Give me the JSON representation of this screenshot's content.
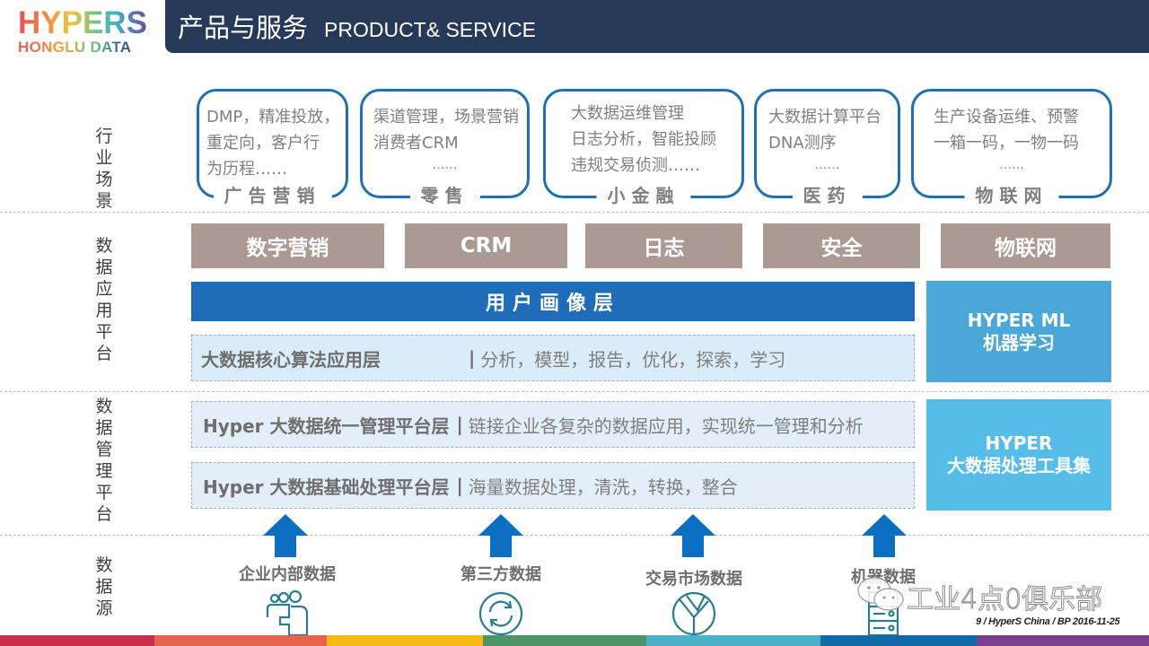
{
  "logo": {
    "top": "HYPERS",
    "bottom": "HONGLU DATA"
  },
  "header": {
    "title_cn": "产品与服务",
    "title_en": "PRODUCT& SERVICE",
    "bg_color": "#263a58"
  },
  "sections": {
    "scenarios": "行业场景",
    "app_platform": "数据应用平台",
    "mgmt_platform": "数据管理平台",
    "sources": "数据源"
  },
  "scenarios": [
    {
      "title": "广告营销",
      "lines": [
        "DMP，精准投放，",
        "重定向，客户行",
        "为历程……"
      ],
      "dots": ""
    },
    {
      "title": "零售",
      "lines": [
        "渠道管理，场景营销",
        "消费者CRM"
      ],
      "dots": "……"
    },
    {
      "title": "小金融",
      "lines": [
        "大数据运维管理",
        "日志分析，智能投顾",
        "违规交易侦测……"
      ],
      "dots": ""
    },
    {
      "title": "医药",
      "lines": [
        "大数据计算平台",
        "DNA测序"
      ],
      "dots": "……"
    },
    {
      "title": "物联网",
      "lines": [
        "生产设备运维、预警",
        "一箱一码，一物一码"
      ],
      "dots": "……"
    }
  ],
  "apps": [
    "数字营销",
    "CRM",
    "日志",
    "安全",
    "物联网"
  ],
  "portrait_layer": "用户画像层",
  "algo_layer": {
    "title": "大数据核心算法应用层",
    "sep": "|",
    "desc": "分析，模型，报告，优化，探索，学习"
  },
  "mgmt_layers": [
    {
      "title": "Hyper 大数据统一管理平台层",
      "sep": "|",
      "desc": "链接企业各复杂的数据应用，实现统一管理和分析"
    },
    {
      "title": "Hyper 大数据基础处理平台层",
      "sep": "|",
      "desc": "海量数据处理，清洗，转换，整合"
    }
  ],
  "side_boxes": [
    {
      "line1": "HYPER ML",
      "line2": "机器学习",
      "color": "#4aa8d8"
    },
    {
      "line1": "HYPER",
      "line2": "大数据处理工具集",
      "color": "#56bde9"
    }
  ],
  "sources": [
    {
      "label": "企业内部数据",
      "icon": "users-icon"
    },
    {
      "label": "第三方数据",
      "icon": "refresh-icon"
    },
    {
      "label": "交易市场数据",
      "icon": "pie-chart-icon"
    },
    {
      "label": "机器数据",
      "icon": "server-icon"
    }
  ],
  "watermark": "工业4点0俱乐部",
  "footer": "9 / HyperS China / BP 2016-11-25",
  "colors": {
    "accent_blue": "#1f6db8",
    "tile_brown": "#ab9a92",
    "stripe": [
      "#c9304a",
      "#e5654c",
      "#f7b914",
      "#4f9467",
      "#4bb0c8",
      "#0f6aa5",
      "#7a3f8f"
    ]
  }
}
